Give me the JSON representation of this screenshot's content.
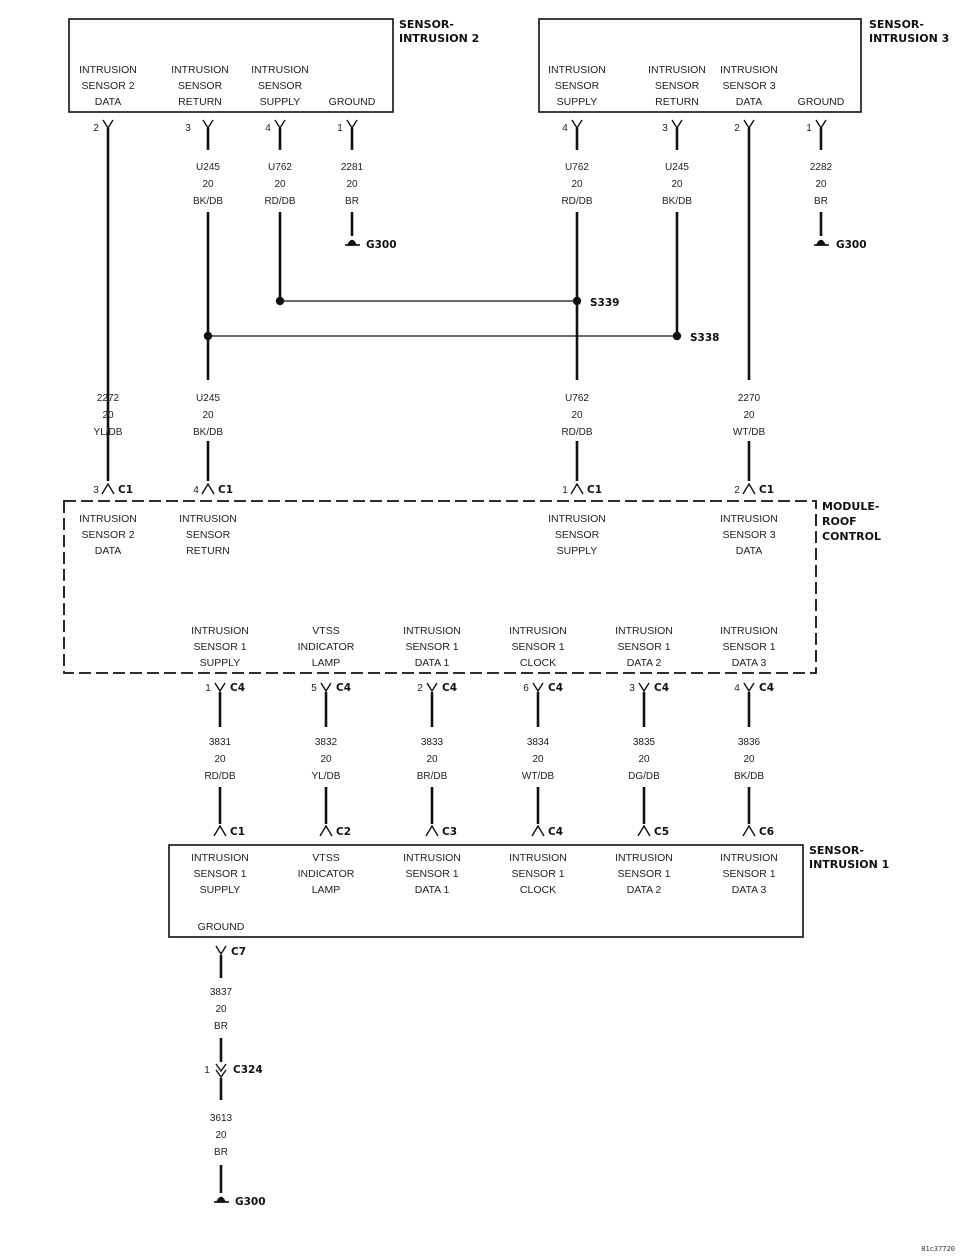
{
  "diagram_id": "81c37720",
  "components": {
    "sensor_intrusion_2": {
      "title": [
        "SENSOR-",
        "INTRUSION 2"
      ],
      "pins": [
        {
          "lines": [
            "INTRUSION",
            "SENSOR 2",
            "DATA"
          ],
          "pin": "2"
        },
        {
          "lines": [
            "INTRUSION",
            "SENSOR",
            "RETURN"
          ],
          "pin": "3"
        },
        {
          "lines": [
            "INTRUSION",
            "SENSOR",
            "SUPPLY"
          ],
          "pin": "4"
        },
        {
          "lines": [
            "GROUND"
          ],
          "pin": "1"
        }
      ]
    },
    "sensor_intrusion_3": {
      "title": [
        "SENSOR-",
        "INTRUSION 3"
      ],
      "pins": [
        {
          "lines": [
            "INTRUSION",
            "SENSOR",
            "SUPPLY"
          ],
          "pin": "4"
        },
        {
          "lines": [
            "INTRUSION",
            "SENSOR",
            "RETURN"
          ],
          "pin": "3"
        },
        {
          "lines": [
            "INTRUSION",
            "SENSOR 3",
            "DATA"
          ],
          "pin": "2"
        },
        {
          "lines": [
            "GROUND"
          ],
          "pin": "1"
        }
      ]
    },
    "module_roof_control": {
      "title": [
        "MODULE-",
        "ROOF",
        "CONTROL"
      ],
      "top_pins": [
        {
          "lines": [
            "INTRUSION",
            "SENSOR 2",
            "DATA"
          ],
          "pin": "3",
          "connector": "C1"
        },
        {
          "lines": [
            "INTRUSION",
            "SENSOR",
            "RETURN"
          ],
          "pin": "4",
          "connector": "C1"
        },
        {
          "lines": [
            "INTRUSION",
            "SENSOR",
            "SUPPLY"
          ],
          "pin": "1",
          "connector": "C1"
        },
        {
          "lines": [
            "INTRUSION",
            "SENSOR 3",
            "DATA"
          ],
          "pin": "2",
          "connector": "C1"
        }
      ],
      "bottom_pins": [
        {
          "lines": [
            "INTRUSION",
            "SENSOR 1",
            "SUPPLY"
          ],
          "pin": "1",
          "connector": "C4"
        },
        {
          "lines": [
            "VTSS",
            "INDICATOR",
            "LAMP"
          ],
          "pin": "5",
          "connector": "C4"
        },
        {
          "lines": [
            "INTRUSION",
            "SENSOR 1",
            "DATA 1"
          ],
          "pin": "2",
          "connector": "C4"
        },
        {
          "lines": [
            "INTRUSION",
            "SENSOR 1",
            "CLOCK"
          ],
          "pin": "6",
          "connector": "C4"
        },
        {
          "lines": [
            "INTRUSION",
            "SENSOR 1",
            "DATA 2"
          ],
          "pin": "3",
          "connector": "C4"
        },
        {
          "lines": [
            "INTRUSION",
            "SENSOR 1",
            "DATA 3"
          ],
          "pin": "4",
          "connector": "C4"
        }
      ]
    },
    "sensor_intrusion_1": {
      "title": [
        "SENSOR-",
        "INTRUSION 1"
      ],
      "pins": [
        {
          "lines": [
            "INTRUSION",
            "SENSOR 1",
            "SUPPLY"
          ],
          "connector": "C1"
        },
        {
          "lines": [
            "VTSS",
            "INDICATOR",
            "LAMP"
          ],
          "connector": "C2"
        },
        {
          "lines": [
            "INTRUSION",
            "SENSOR 1",
            "DATA 1"
          ],
          "connector": "C3"
        },
        {
          "lines": [
            "INTRUSION",
            "SENSOR 1",
            "CLOCK"
          ],
          "connector": "C4"
        },
        {
          "lines": [
            "INTRUSION",
            "SENSOR 1",
            "DATA 2"
          ],
          "connector": "C5"
        },
        {
          "lines": [
            "INTRUSION",
            "SENSOR 1",
            "DATA 3"
          ],
          "connector": "C6"
        }
      ],
      "ground": {
        "label": "GROUND",
        "connector": "C7"
      }
    }
  },
  "wires": {
    "s2_return_top": [
      "U245",
      "20",
      "BK/DB"
    ],
    "s2_supply_top": [
      "U762",
      "20",
      "RD/DB"
    ],
    "s2_ground": [
      "2281",
      "20",
      "BR"
    ],
    "s3_supply_top": [
      "U762",
      "20",
      "RD/DB"
    ],
    "s3_return_top": [
      "U245",
      "20",
      "BK/DB"
    ],
    "s3_ground": [
      "2282",
      "20",
      "BR"
    ],
    "s2_data": [
      "2272",
      "20",
      "YL/DB"
    ],
    "return_mid": [
      "U245",
      "20",
      "BK/DB"
    ],
    "supply_mid": [
      "U762",
      "20",
      "RD/DB"
    ],
    "s3_data": [
      "2270",
      "20",
      "WT/DB"
    ],
    "w3831": [
      "3831",
      "20",
      "RD/DB"
    ],
    "w3832": [
      "3832",
      "20",
      "YL/DB"
    ],
    "w3833": [
      "3833",
      "20",
      "BR/DB"
    ],
    "w3834": [
      "3834",
      "20",
      "WT/DB"
    ],
    "w3835": [
      "3835",
      "20",
      "DG/DB"
    ],
    "w3836": [
      "3836",
      "20",
      "BK/DB"
    ],
    "w3837": [
      "3837",
      "20",
      "BR"
    ],
    "w3613": [
      "3613",
      "20",
      "BR"
    ]
  },
  "splices": {
    "s339": "S339",
    "s338": "S338"
  },
  "grounds": {
    "g1": "G300",
    "g2": "G300",
    "g3": "G300"
  },
  "inline_connector": {
    "pin": "1",
    "name": "C324"
  }
}
